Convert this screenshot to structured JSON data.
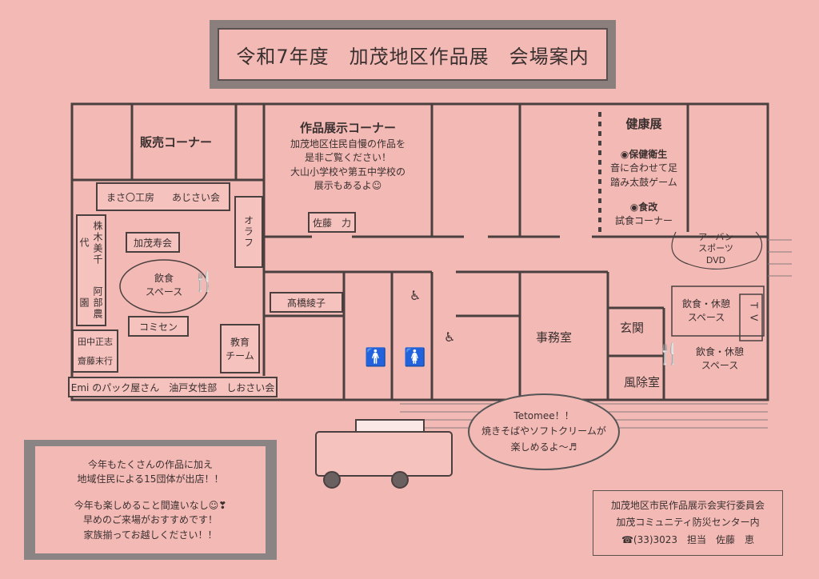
{
  "title": "令和7年度　加茂地区作品展　会場案内",
  "rooms": {
    "sales_corner": "販売コーナー",
    "exhibit_corner": {
      "title": "作品展示コーナー",
      "lines": [
        "加茂地区住民自慢の作品を",
        "是非ご覧ください！",
        "大山小学校や第五中学校の",
        "展示もあるよ☺"
      ]
    },
    "health": {
      "title": "健康展",
      "item1_title": "◉保健衛生",
      "item1_lines": [
        "音に合わせて足",
        "踏み太鼓ゲーム"
      ],
      "item2_title": "◉食改",
      "item2_line": "試食コーナー"
    },
    "office": "事務室",
    "entrance": "玄関",
    "windbreak": "風除室",
    "urban_sports": [
      "アーバン",
      "スポーツ",
      "DVD"
    ],
    "rest_space_1": [
      "飲食・休憩",
      "スペース"
    ],
    "rest_space_2": [
      "飲食・休憩",
      "スペース"
    ],
    "tv": "T V",
    "dining_space": [
      "飲食",
      "スペース"
    ]
  },
  "stalls": {
    "masa": "まさ〇工房",
    "ajisai": "あじさい会",
    "olaf": "オラフ",
    "kabuki": "株木美千代",
    "abe": "阿部農園",
    "kamo_kotobuki": "加茂寿会",
    "komisen": "コミセン",
    "kyoiku": [
      "教育",
      "チーム"
    ],
    "tanaka": "田中正志",
    "saito": "齋藤末行",
    "bottom_row": "Emi のパック屋さん　油戸女性部　しおさい会",
    "sato_chikara": "佐藤　力",
    "takahashi": "髙橋綾子"
  },
  "food_truck_bubble": [
    "Tetomee！！",
    "焼きそばやソフトクリームが",
    "楽しめるよ～♬"
  ],
  "message": [
    "今年もたくさんの作品に加え",
    "地域住民による15団体が出店！！",
    "",
    "今年も楽しめること間違いなし☺❣",
    "早めのご来場がおすすめです！",
    "家族揃ってお越しください！！"
  ],
  "committee": [
    "加茂地区市民作品展示会実行委員会",
    "加茂コミュニティ防災センター内",
    "☎(33)3023　担当　佐藤　恵"
  ],
  "colors": {
    "background": "#f3b9b5",
    "wall": "#4a4040",
    "banner_frame": "#8a7f7d"
  }
}
